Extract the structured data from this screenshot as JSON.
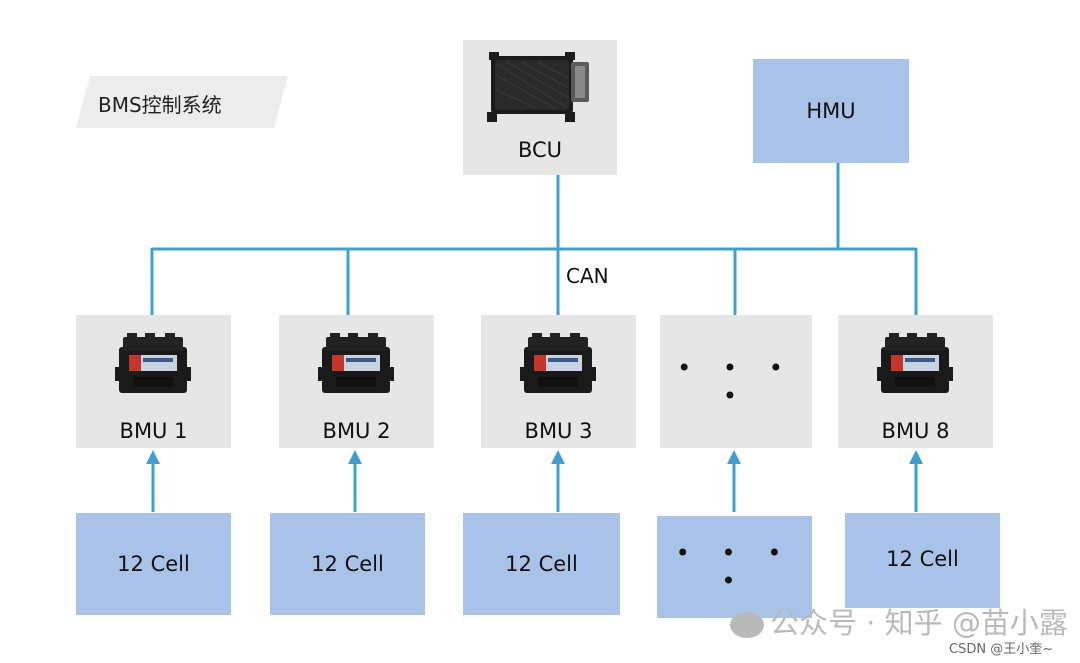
{
  "title": "BMS控制系统",
  "bus_label": "CAN",
  "bcu": {
    "label": "BCU"
  },
  "hmu": {
    "label": "HMU"
  },
  "bmus": [
    {
      "label": "BMU 1"
    },
    {
      "label": "BMU 2"
    },
    {
      "label": "BMU 3"
    },
    {
      "label": "• • • •"
    },
    {
      "label": "BMU 8"
    }
  ],
  "cells": [
    {
      "label": "12 Cell"
    },
    {
      "label": "12 Cell"
    },
    {
      "label": "12 Cell"
    },
    {
      "label": "• • • •"
    },
    {
      "label": "12 Cell"
    }
  ],
  "watermark": {
    "text": "公众号 · 知乎 @苗小露"
  },
  "credit": "CSDN @王小奎~",
  "colors": {
    "line": "#3fa0d0",
    "grey_box": "#e6e6e6",
    "blue_box": "#a9c2e7"
  }
}
